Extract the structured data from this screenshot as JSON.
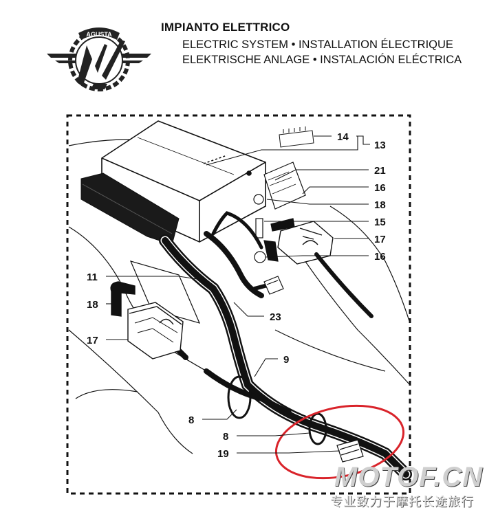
{
  "header": {
    "title": "IMPIANTO ELETTRICO",
    "subtitle_line1": "ELECTRIC SYSTEM • INSTALLATION ÉLECTRIQUE",
    "subtitle_line2": "ELEKTRISCHE ANLAGE • INSTALACIÓN ELÉCTRICA",
    "logo_text": "AGUSTA"
  },
  "callouts": {
    "c14": "14",
    "c13": "13",
    "c21": "21",
    "c16a": "16",
    "c18a": "18",
    "c15": "15",
    "c17a": "17",
    "c16b": "16",
    "c11": "11",
    "c23": "23",
    "c18b": "18",
    "c17b": "17",
    "c9": "9",
    "c8a": "8",
    "c8b": "8",
    "c19": "19"
  },
  "watermark": {
    "main": "MOTOF.CN",
    "sub": "专业致力于摩托长途旅行"
  },
  "colors": {
    "line": "#111111",
    "highlight": "#d9232a",
    "background": "#ffffff"
  }
}
